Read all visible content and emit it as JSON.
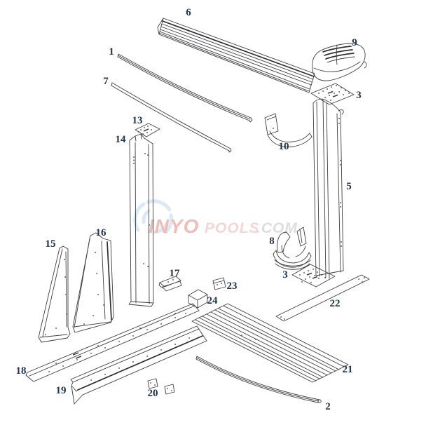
{
  "diagram": {
    "label_color": "#20334f",
    "line_color": "#3e3e42",
    "parts": {
      "p1": {
        "label": "1"
      },
      "p2": {
        "label": "2"
      },
      "p3_top": {
        "label": "3"
      },
      "p3_bottom": {
        "label": "3"
      },
      "p5": {
        "label": "5"
      },
      "p6": {
        "label": "6"
      },
      "p7": {
        "label": "7"
      },
      "p8": {
        "label": "8"
      },
      "p9": {
        "label": "9"
      },
      "p10": {
        "label": "10"
      },
      "p13": {
        "label": "13"
      },
      "p14": {
        "label": "14"
      },
      "p15": {
        "label": "15"
      },
      "p16": {
        "label": "16"
      },
      "p17": {
        "label": "17"
      },
      "p18": {
        "label": "18"
      },
      "p19": {
        "label": "19"
      },
      "p20": {
        "label": "20"
      },
      "p21": {
        "label": "21"
      },
      "p22": {
        "label": "22"
      },
      "p23": {
        "label": "23"
      },
      "p24": {
        "label": "24"
      }
    }
  },
  "watermark": {
    "brand_primary": "INYO",
    "brand_secondary": "POOLS",
    "brand_suffix": ".COM",
    "color_primary": "#eda69d",
    "color_secondary": "#f2c9c3",
    "color_suffix": "#d2d2d2",
    "logo_color": "#c3dbee"
  }
}
